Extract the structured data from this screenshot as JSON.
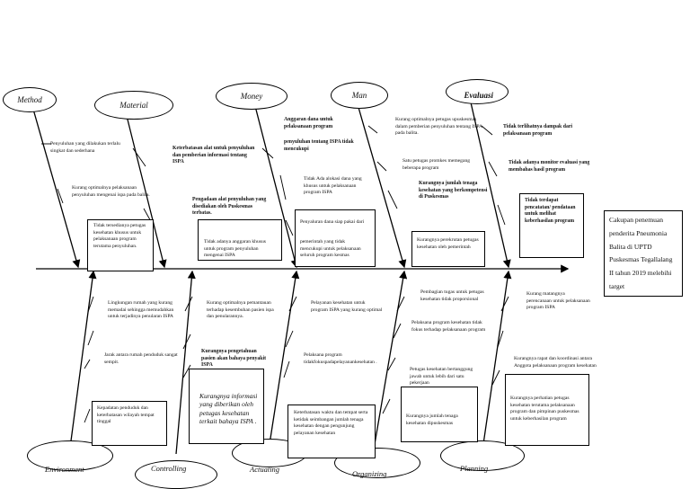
{
  "categories": {
    "method": "Method",
    "material": "Material",
    "money": "Money",
    "man": "Man",
    "evaluasi": "Evaluasi",
    "environment": "Environment",
    "controlling": "Controlling",
    "actuating": "Actuating",
    "organizing": "Organizing",
    "planning": "Planning"
  },
  "effect": "Cakupan penemuan penderita Pneumonia Balita di UPTD Puskesmas Tegallalang II tahun 2019 melebihi target",
  "method": {
    "c1": "Penyuluhan yang dilakukan terlalu singkat dan sederhana",
    "c2": "Kurang optimalnya pelaksanaan penyuluhan mengenai ispa pada balita.",
    "c3": "Tidak tersedianya petugas kesehatan khusus untuk pelaksanaan program terutama penyuluhan."
  },
  "material": {
    "c1": "Keterbatasan alat untuk penyuluhan dan pemberian informasi tentang ISPA",
    "c2": "Pengadaan alat penyuluhan yang disediakan oleh Puskesmas terbatas.",
    "c3": "Tidak adanya anggaran khusus untuk program penyuluhan mengenai ISPA"
  },
  "money": {
    "c1": "Anggaran dana untuk pelaksanaan program",
    "c2": "penyuluhan tentang ISPA tidak mencukupi",
    "c3": "Tidak Ada alokasi dana yang khusus untuk pelaksanaan program ISPA",
    "c4": "Penyaluran dana siap pakai dari",
    "c5": "pemerintah yang tidak mencukupi untuk pelaksanaan seluruh program kesmas"
  },
  "man": {
    "c1": "Kurang optimalnya petugas upuskesmas dalam pemberian penyuluhan tentang ISPA pada balita.",
    "c2": "Satu petugas promkes memegang beberapa program",
    "c3": "Kurangnya jumlah tenaga kesehatan yang berkompetensi di Puskesmas",
    "c4": "Kurangnya perekrutan petugas kesehatan oleh pemerintah"
  },
  "evaluasi": {
    "c1": "Tidak terlihatnya dampak dari pelaksanaan program",
    "c2": "Tidak adanya monitor evaluasi yang membahas hasil program",
    "c3": "Tidak terdapat pencatatan/ pendataan untuk melihat keberhasilan program"
  },
  "environment": {
    "c1": "Lingkungan rumah yang kurang memadai sehingga memudahkan untuk terjadinya penularan ISPA",
    "c2": "Jarak antara rumah penduduk sangat sempit.",
    "c3": "Kepadatan penduduk dan keterbatasan wilayah tempat tinggal"
  },
  "controlling": {
    "c1": "Kurang optimalnya pemantauan terhadap kesembuhan pasien ispa dan penularannya.",
    "c2": "Kurangnya pengetahuan pasien akan bahaya penyakit ISPA",
    "c3": "Kurangnya informasi yang diberikan oleh petugas kesehatan terkait bahaya ISPA ."
  },
  "actuating": {
    "c1": "Pelayanan kesehatan untuk program ISPA yang kurang optimal",
    "c2": "Pelaksana program tidakfokuspadapelayanankesehatan .",
    "c3": "Keterbatasan waktu dan tempat serta ketidak seimbangan jumlah tenaga kesehatan dengan pengunjung pelayanan kesehatan"
  },
  "organizing": {
    "c1": "Pembagian tugas untuk petugas kesehatan tidak proporsional",
    "c2": "Pelaksana program kesehatan tidak fokus terhadap pelaksanaan program",
    "c3": "Petugas kesehatan bertanggung jawab untuk lebih dari satu pekerjaan",
    "c4": "Kurangnya jumlah tenaga kesehatan dipuskesmas"
  },
  "planning": {
    "c1": "Kurang matangnya perencanaan untuk pelaksanaan program ISPA",
    "c2": "Kurangnya rapat dan koordinasi antara Anggota pelaksanaan program kesehatan",
    "c3": "Kurangnya perhatian petugas kesehatan terutama pelaksanaan program dan pimpinan puskesmas untuk keberhasilan program"
  }
}
